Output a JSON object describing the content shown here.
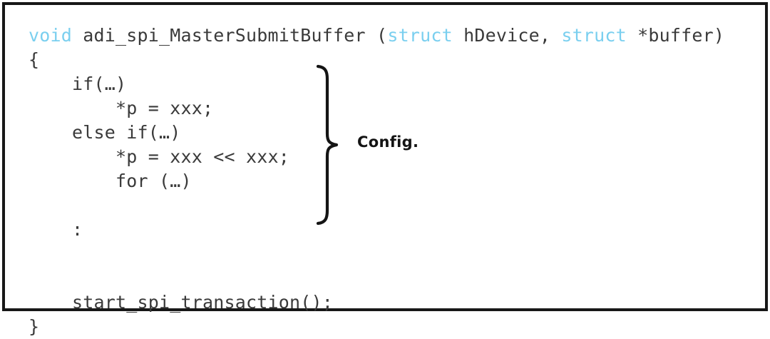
{
  "figure": {
    "background_color": "#ffffff",
    "border_color": "#171717",
    "code_text_color": "#3a3a3a",
    "keyword_color": "#7ACFEF",
    "annotation_color": "#141414"
  },
  "code": {
    "language": "c",
    "lines": [
      {
        "id": "line-1-signature",
        "indent": 0,
        "tokens": [
          {
            "text": "void",
            "kind": "keyword"
          },
          {
            "text": " adi_spi_MasterSubmitBuffer (",
            "kind": "plain"
          },
          {
            "text": "struct",
            "kind": "keyword"
          },
          {
            "text": " hDevice, ",
            "kind": "plain"
          },
          {
            "text": "struct",
            "kind": "keyword"
          },
          {
            "text": " *buffer)",
            "kind": "plain"
          }
        ]
      },
      {
        "id": "line-2-open-brace",
        "indent": 0,
        "tokens": [
          {
            "text": "{",
            "kind": "plain"
          }
        ]
      },
      {
        "id": "line-3-if",
        "indent": 0,
        "tokens": [
          {
            "text": "    if(…)",
            "kind": "plain"
          }
        ]
      },
      {
        "id": "line-4-assign",
        "indent": 0,
        "tokens": [
          {
            "text": "        *p = xxx;",
            "kind": "plain"
          }
        ]
      },
      {
        "id": "line-5-else-if",
        "indent": 0,
        "tokens": [
          {
            "text": "    else if(…)",
            "kind": "plain"
          }
        ]
      },
      {
        "id": "line-6-assign-shift",
        "indent": 0,
        "tokens": [
          {
            "text": "        *p = xxx << xxx;",
            "kind": "plain"
          }
        ]
      },
      {
        "id": "line-7-for",
        "indent": 0,
        "tokens": [
          {
            "text": "        for (…)",
            "kind": "plain"
          }
        ]
      },
      {
        "id": "line-8-blank",
        "indent": 0,
        "blank": true,
        "tokens": [
          {
            "text": " ",
            "kind": "plain"
          }
        ]
      },
      {
        "id": "line-9-ellipsis-colon",
        "indent": 0,
        "tokens": [
          {
            "text": "    :",
            "kind": "plain"
          }
        ]
      },
      {
        "id": "line-10-blank",
        "indent": 0,
        "blank": true,
        "tokens": [
          {
            "text": " ",
            "kind": "plain"
          }
        ]
      },
      {
        "id": "line-11-blank",
        "indent": 0,
        "blank": true,
        "tokens": [
          {
            "text": " ",
            "kind": "plain"
          }
        ]
      },
      {
        "id": "line-12-start-transaction",
        "indent": 0,
        "tokens": [
          {
            "text": "    start_spi_transaction();",
            "kind": "plain"
          }
        ]
      },
      {
        "id": "line-13-close-brace",
        "indent": 0,
        "tokens": [
          {
            "text": "}",
            "kind": "plain"
          }
        ]
      }
    ]
  },
  "annotation": {
    "brace_label": "Config.",
    "brace_icon": "right-curly-brace-icon",
    "spans_lines": [
      "line-3-if",
      "line-9-ellipsis-colon"
    ]
  }
}
